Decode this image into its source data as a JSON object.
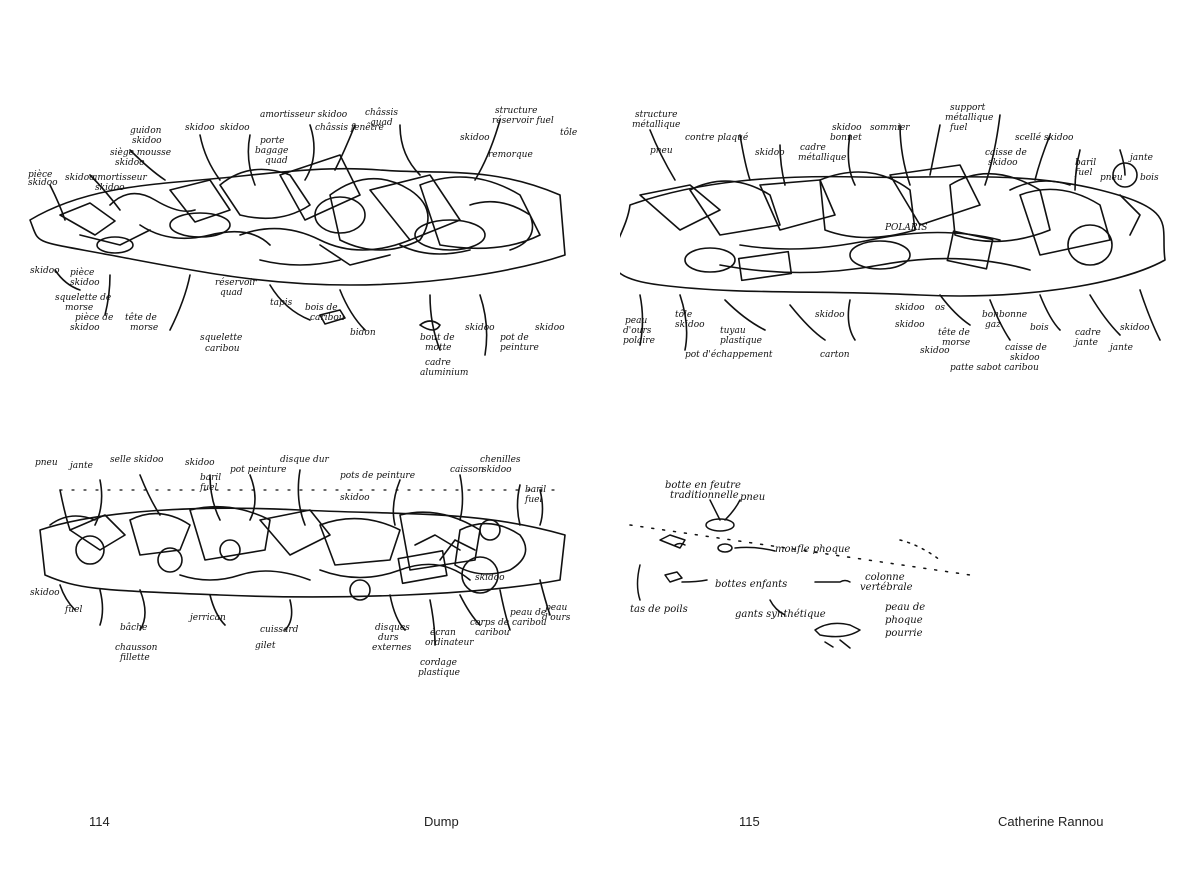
{
  "pages": {
    "left": {
      "page_number": "114",
      "running_title": "Dump"
    },
    "right": {
      "page_number": "115",
      "running_title": "Catherine Rannou"
    }
  },
  "sketches": {
    "top_left": {
      "labels": [
        "guidon skidoo",
        "skidoo",
        "skidoo",
        "amortisseur skidoo",
        "skidoo",
        "châssis fenêtre",
        "châssis quad",
        "structure réservoir fuel",
        "tôle",
        "porte bagage quad",
        "siège mousse skidoo",
        "amortisseur skidoo",
        "skidoo",
        "skidoo",
        "remorque",
        "pièce skidoo",
        "skidoo",
        "squelette de morse",
        "pièce de skidoo",
        "tête de morse",
        "réservoir quad",
        "squelette caribou",
        "tapis",
        "bois de caribou",
        "bidon",
        "bout de motte",
        "skidoo",
        "pot de peinture",
        "skidoo",
        "cadre aluminium"
      ]
    },
    "top_right": {
      "labels": [
        "structure métallique",
        "pneu",
        "contre plaqué",
        "skidoo",
        "cadre métallique",
        "skidoo bonnet",
        "sommier",
        "support métallique",
        "skidoo",
        "scellé skidoo",
        "caisse de skidoo",
        "baril fuel",
        "jante",
        "pneu",
        "bois",
        "POLARIS",
        "peau d'ours polaire",
        "tôle",
        "skidoo",
        "tuyau plastique",
        "pot d'échappement",
        "skidoo",
        "carton",
        "skidoo",
        "skidoo",
        "os",
        "tête de morse",
        "bonbonne gaz",
        "bois",
        "cadre jante",
        "skidoo",
        "patte sabot caribou",
        "jante",
        "caisse de skidoo"
      ]
    },
    "bottom_left": {
      "labels": [
        "pneu",
        "jante",
        "selle skidoo",
        "skidoo",
        "baril fuel",
        "pot peinture",
        "disque dur",
        "pots de peinture",
        "caisson",
        "chenilles skidoo",
        "baril fuel",
        "skidoo",
        "fuel",
        "bâche",
        "jerrican",
        "chausson fillette",
        "cuissard",
        "gilet",
        "disques durs externes",
        "écran ordinateur",
        "corps de caribou",
        "peau de caribou",
        "peau d'ours",
        "cordage plastique",
        "skidoo"
      ]
    },
    "bottom_right": {
      "labels": [
        "botte en feutre traditionnelle",
        "pneu",
        "moufle phoque",
        "bottes enfants",
        "colonne vertébrale",
        "tas de poils",
        "gants synthétique",
        "peau de phoque pourrie"
      ]
    }
  }
}
